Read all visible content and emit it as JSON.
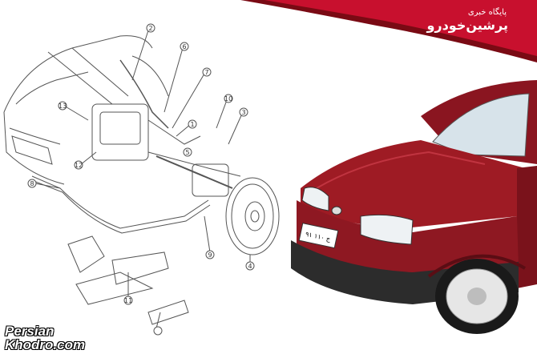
{
  "header": {
    "tagline": "پایگاه خبری",
    "site_name": "پرشین‌خودرو",
    "accent_color": "#c8102e",
    "dark_color": "#7a0a14"
  },
  "logo": {
    "line1": "Persian",
    "line2": "Khodro.com"
  },
  "diagram": {
    "callouts": [
      "2",
      "6",
      "7",
      "10",
      "3",
      "13",
      "1",
      "5",
      "8",
      "12",
      "9",
      "4",
      "11"
    ]
  },
  "car": {
    "body_color": "#9e1b24",
    "plate_text": "۹۱ ۱۱۰ ج"
  }
}
